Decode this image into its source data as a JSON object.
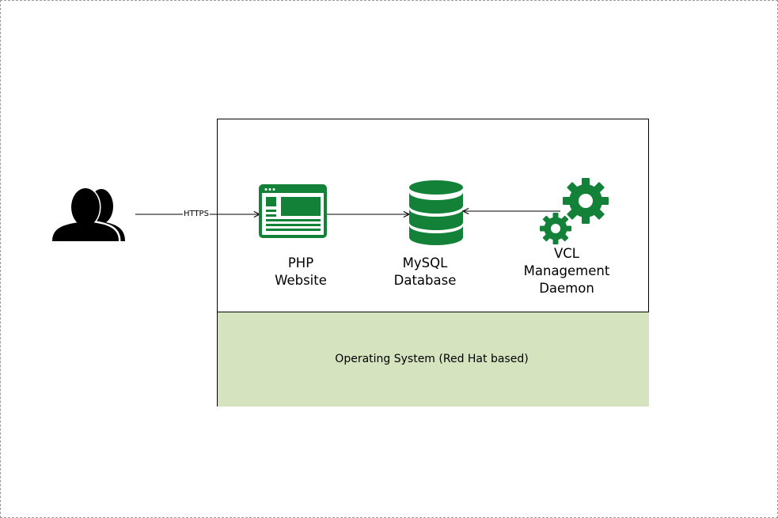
{
  "diagram": {
    "edges": [
      {
        "from": "users",
        "to": "php-website",
        "label": "HTTPS"
      },
      {
        "from": "php-website",
        "to": "mysql-database",
        "label": ""
      },
      {
        "from": "vcl-daemon",
        "to": "mysql-database",
        "label": ""
      }
    ],
    "nodes": {
      "php_website": {
        "line1": "PHP",
        "line2": "Website",
        "icon": "browser-window-icon"
      },
      "mysql_database": {
        "line1": "MySQL",
        "line2": "Database",
        "icon": "database-icon"
      },
      "vcl_daemon": {
        "line1": "VCL",
        "line2": "Management",
        "line3": "Daemon",
        "icon": "gears-icon"
      },
      "users": {
        "icon": "users-icon"
      }
    },
    "os_layer": {
      "label": "Operating System (Red Hat based)"
    },
    "colors": {
      "icon_green": "#148139",
      "os_fill": "#d6e3bf",
      "user_icon": "#000000"
    }
  }
}
